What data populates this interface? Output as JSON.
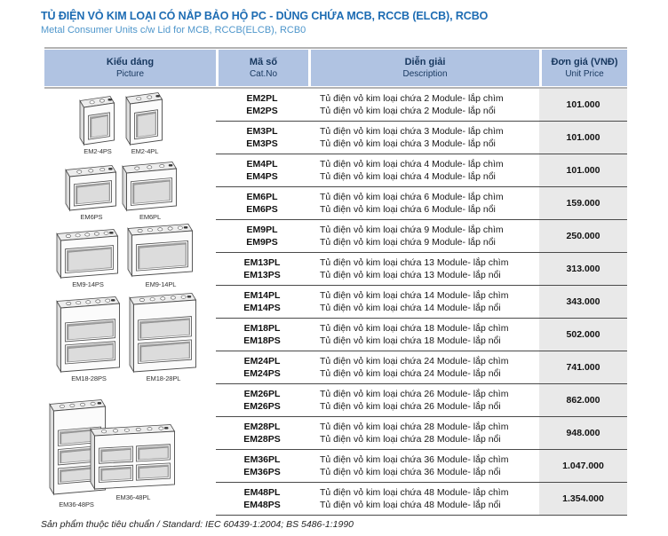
{
  "page": {
    "title": "TỦ ĐIỆN VỎ KIM LOẠI CÓ NẮP BẢO HỘ PC - DÙNG CHỨA MCB, RCCB (ELCB), RCBO",
    "subtitle": "Metal Consumer Units c/w Lid for MCB, RCCB(ELCB), RCB0",
    "footer": "Sản phẩm thuộc tiêu chuẩn / Standard: IEC 60439-1:2004; BS 5486-1:1990"
  },
  "colors": {
    "title": "#1d6cb3",
    "subtitle": "#4e96cb",
    "header_background": "#b0c3e2",
    "header_text": "#17375e",
    "price_column_background": "#e9e9e9",
    "row_separator": "#4a4a4a"
  },
  "table": {
    "headers": [
      {
        "primary": "Kiểu dáng",
        "secondary": "Picture"
      },
      {
        "primary": "Mã số",
        "secondary": "Cat.No"
      },
      {
        "primary": "Diễn giải",
        "secondary": "Description"
      },
      {
        "primary": "Đơn giá (VNĐ)",
        "secondary": "Unit Price"
      }
    ],
    "rows": [
      {
        "codes": [
          "EM2PL",
          "EM2PS"
        ],
        "descriptions": [
          "Tủ điện vỏ kim loại chứa 2 Module- lắp chìm",
          "Tủ điện vỏ kim loại chứa 2 Module- lắp nổi"
        ],
        "price": "101.000"
      },
      {
        "codes": [
          "EM3PL",
          "EM3PS"
        ],
        "descriptions": [
          "Tủ điện vỏ kim loại chứa 3 Module- lắp chìm",
          "Tủ điện vỏ kim loại chứa 3 Module- lắp nổi"
        ],
        "price": "101.000"
      },
      {
        "codes": [
          "EM4PL",
          "EM4PS"
        ],
        "descriptions": [
          "Tủ điện vỏ kim loại chứa 4 Module- lắp chìm",
          "Tủ điện vỏ kim loại chứa 4 Module- lắp nổi"
        ],
        "price": "101.000"
      },
      {
        "codes": [
          "EM6PL",
          "EM6PS"
        ],
        "descriptions": [
          "Tủ điện vỏ kim loại chứa 6 Module- lắp chìm",
          "Tủ điện vỏ kim loại chứa 6 Module- lắp nổi"
        ],
        "price": "159.000"
      },
      {
        "codes": [
          "EM9PL",
          "EM9PS"
        ],
        "descriptions": [
          "Tủ điện vỏ kim loại chứa 9 Module- lắp chìm",
          "Tủ điện vỏ kim loại chứa 9 Module- lắp nổi"
        ],
        "price": "250.000"
      },
      {
        "codes": [
          "EM13PL",
          "EM13PS"
        ],
        "descriptions": [
          "Tủ điện vỏ kim loại chứa 13 Module- lắp chìm",
          "Tủ điện vỏ kim loại chứa 13 Module- lắp nổi"
        ],
        "price": "313.000"
      },
      {
        "codes": [
          "EM14PL",
          "EM14PS"
        ],
        "descriptions": [
          "Tủ điện vỏ kim loại chứa 14 Module- lắp chìm",
          "Tủ điện vỏ kim loại chứa 14 Module- lắp nổi"
        ],
        "price": "343.000"
      },
      {
        "codes": [
          "EM18PL",
          "EM18PS"
        ],
        "descriptions": [
          "Tủ điện vỏ kim loại chứa 18 Module- lắp chìm",
          "Tủ điện vỏ kim loại chứa 18 Module- lắp nổi"
        ],
        "price": "502.000"
      },
      {
        "codes": [
          "EM24PL",
          "EM24PS"
        ],
        "descriptions": [
          "Tủ điện vỏ kim loại chứa 24 Module- lắp chìm",
          "Tủ điện vỏ kim loại chứa 24 Module- lắp nổi"
        ],
        "price": "741.000"
      },
      {
        "codes": [
          "EM26PL",
          "EM26PS"
        ],
        "descriptions": [
          "Tủ điện vỏ kim loại chứa 26 Module- lắp chìm",
          "Tủ điện vỏ kim loại chứa 26 Module- lắp nổi"
        ],
        "price": "862.000"
      },
      {
        "codes": [
          "EM28PL",
          "EM28PS"
        ],
        "descriptions": [
          "Tủ điện vỏ kim loại chứa 28 Module- lắp chìm",
          "Tủ điện vỏ kim loại chứa 28 Module- lắp nổi"
        ],
        "price": "948.000"
      },
      {
        "codes": [
          "EM36PL",
          "EM36PS"
        ],
        "descriptions": [
          "Tủ điện vỏ kim loại chứa 36 Module- lắp chìm",
          "Tủ điện vỏ kim loại chứa 36 Module- lắp nổi"
        ],
        "price": "1.047.000"
      },
      {
        "codes": [
          "EM48PL",
          "EM48PS"
        ],
        "descriptions": [
          "Tủ điện vỏ kim loại chứa 48 Module- lắp chìm",
          "Tủ điện vỏ kim loại chứa 48 Module- lắp nổi"
        ],
        "price": "1.354.000"
      }
    ]
  },
  "pictures": [
    {
      "labels": [
        "EM2-4PS",
        "EM2-4PL"
      ]
    },
    {
      "labels": [
        "EM6PS",
        "EM6PL"
      ]
    },
    {
      "labels": [
        "EM9-14PS",
        "EM9-14PL"
      ]
    },
    {
      "labels": [
        "EM18-28PS",
        "EM18-28PL"
      ]
    },
    {
      "labels": [
        "EM36-48PS",
        "EM36-48PL"
      ]
    }
  ]
}
